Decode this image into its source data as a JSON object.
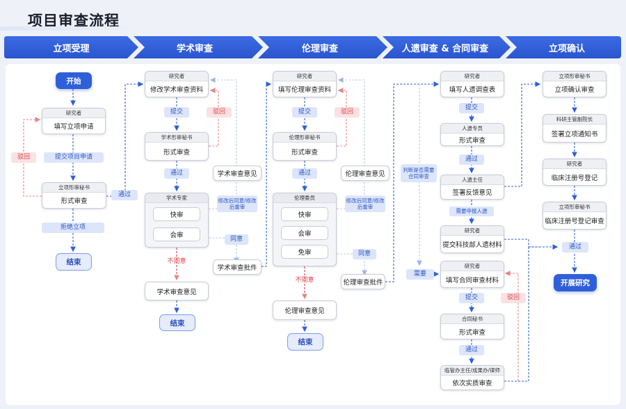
{
  "title": "项目审查流程",
  "phases": [
    "立项受理",
    "学术审查",
    "伦理审查",
    "人遗审查 & 合同审查",
    "立项确认"
  ],
  "col1": {
    "start": "开始",
    "node1": {
      "role": "研究者",
      "text": "填写立项申请"
    },
    "submit": "提交项目申请",
    "reject": "驳回",
    "node2": {
      "role": "立项形审秘书",
      "text": "形式审查"
    },
    "refuse": "拒绝立项",
    "end": "结束",
    "pass_out": "通过"
  },
  "col2": {
    "node1": {
      "role": "研究者",
      "text": "修改学术审查资料"
    },
    "submit": "提交",
    "reject": "驳回",
    "node2": {
      "role": "学术形审秘书",
      "text": "形式审查"
    },
    "pass": "通过",
    "opinion": "学术审查意见",
    "group": {
      "role": "学术专家",
      "items": [
        "快审",
        "会审"
      ]
    },
    "modify": "修改后同意/修改后重审",
    "agree": "同意",
    "disagree": "不同意",
    "approval": "学术审查批件",
    "result": "学术审查意见",
    "end": "结束"
  },
  "col3": {
    "node1": {
      "role": "研究者",
      "text": "填写伦理审查资料"
    },
    "submit": "提交",
    "reject": "驳回",
    "node2": {
      "role": "伦理形审秘书",
      "text": "形式审查"
    },
    "pass": "通过",
    "opinion": "伦理审查意见",
    "group": {
      "role": "伦理委员",
      "items": [
        "快审",
        "会审",
        "免审"
      ]
    },
    "modify": "修改后同意/修改后重审",
    "agree": "同意",
    "disagree": "不同意",
    "approval": "伦理审查批件",
    "result": "伦理审查意见",
    "end": "结束"
  },
  "col4": {
    "judge": "判断是否需要合同审查",
    "need": "需要",
    "node1": {
      "role": "研究者",
      "text": "填写人遗调查表"
    },
    "submit1": "提交",
    "node2": {
      "role": "人遗专员",
      "text": "形式审查"
    },
    "pass1": "通过",
    "node3": {
      "role": "人遗主任",
      "text": "签署反馈意见"
    },
    "need_report": "需要申报人遗",
    "node4": {
      "role": "研究者",
      "text": "提交科技部人遗材料"
    },
    "node5": {
      "role": "研究者",
      "text": "填写合同审查材料"
    },
    "submit2": "提交",
    "reject": "驳回",
    "node6": {
      "role": "合同秘书",
      "text": "形式审查"
    },
    "pass2": "通过",
    "node7": {
      "role": "临管办主任/成果办/律师",
      "text": "依次实质审查"
    }
  },
  "col5": {
    "node1": {
      "role": "立项形审秘书",
      "text": "立项确认审查"
    },
    "node2": {
      "role": "科研主管副院长",
      "text": "签署立项通知书"
    },
    "node3": {
      "role": "研究者",
      "text": "临床注册号登记"
    },
    "node4": {
      "role": "立项形审秘书",
      "text": "临床注册号登记审查"
    },
    "pass": "通过",
    "start_research": "开展研究"
  },
  "colors": {
    "blue": "#2f5fd8",
    "red": "#e03a44",
    "phase": "#2f5fd8"
  }
}
